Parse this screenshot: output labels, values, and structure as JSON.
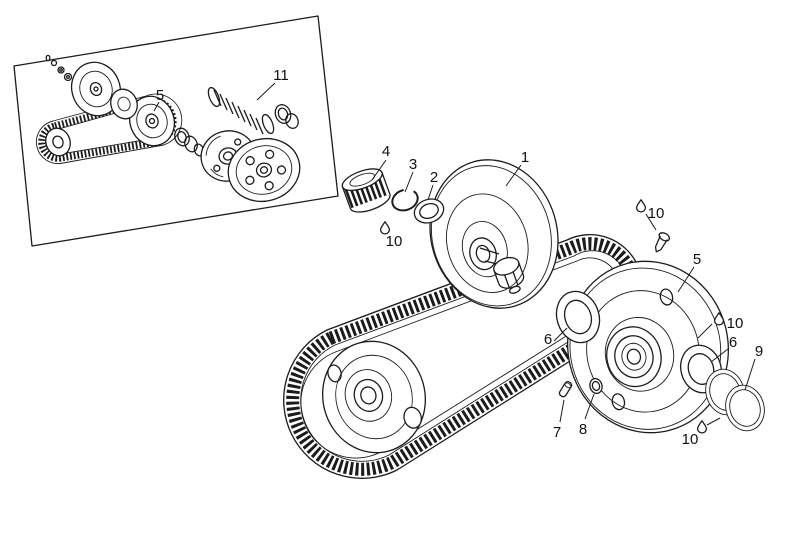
{
  "colors": {
    "line": "#1c1c1c",
    "text": "#111111",
    "background": "#ffffff"
  },
  "icons": [
    "oil-drop-icon"
  ],
  "diagram": {
    "callouts": {
      "c1": "1",
      "c2": "2",
      "c3": "3",
      "c4": "4",
      "c5_main": "5",
      "c5_inset": "5",
      "c6_left": "6",
      "c6_right": "6",
      "c7": "7",
      "c8": "8",
      "c9": "9",
      "c10_upper_left": "10",
      "c10_upper_right": "10",
      "c10_right": "10",
      "c10_lower": "10",
      "c11": "11"
    }
  }
}
